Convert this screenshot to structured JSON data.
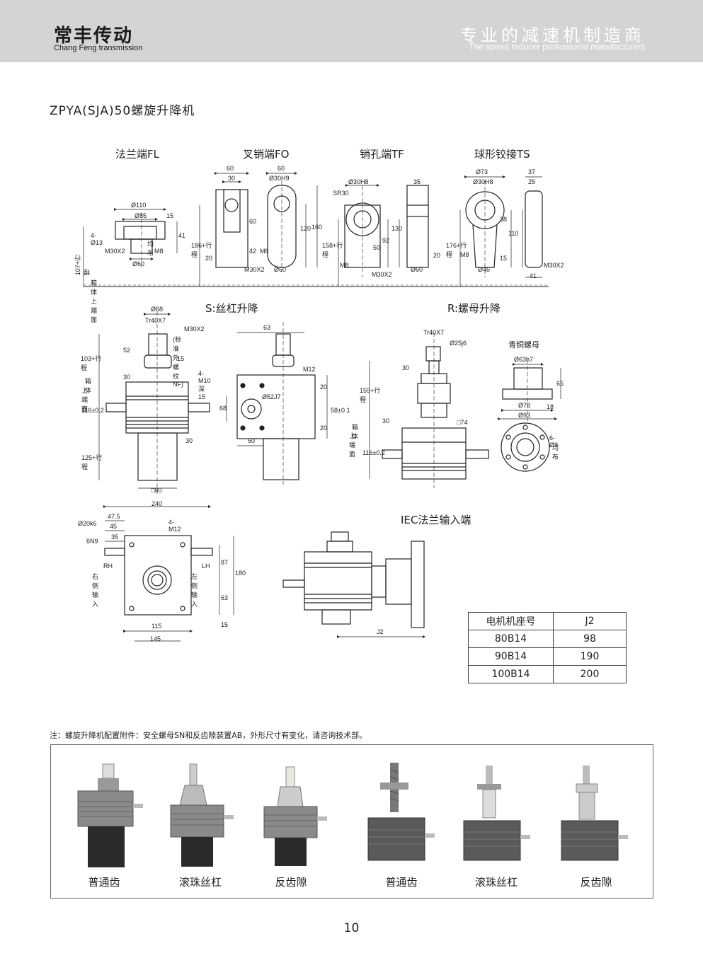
{
  "header": {
    "brand_cn": "常丰传动",
    "brand_en": "Chang Feng transmission",
    "slogan_cn": "专业的减速机制造商",
    "slogan_en": "The speed reducer professional manufacturers"
  },
  "title": "ZPYA(SJA)50螺旋升降机",
  "section_labels": {
    "fl": "法兰端FL",
    "fo": "叉销端FO",
    "tf": "销孔端TF",
    "ts": "球形铰接TS",
    "s_lift": "S:丝杠升降",
    "r_lift": "R:螺母升降",
    "iec": "IEC法兰输入端",
    "bronze_nut": "青铜螺母"
  },
  "dims": {
    "d110": "Ø110",
    "d85": "Ø85",
    "d15a": "15",
    "d41": "41",
    "d4m13": "4-Ø13",
    "junbu": "均布",
    "m30x2": "M30X2",
    "m8": "M8",
    "d60": "Ø60",
    "fl_stroke": "107+行程",
    "box_top": "箱体上端面",
    "fo60a": "60",
    "fo30": "30",
    "fo60b": "60",
    "fo_d30h9": "Ø30H9",
    "fo60c": "60",
    "fo42": "42",
    "fo120": "120",
    "fo160": "160",
    "fo_stroke": "186+行程",
    "fo20": "20",
    "fo_d60": "Ø60",
    "tf_d30h8": "Ø30H8",
    "tf_sr30": "SR30",
    "tf35": "35",
    "tf50": "50",
    "tf92": "92",
    "tf130": "130",
    "tf_stroke": "158+行程",
    "tf20": "20",
    "ts_d73": "Ø73",
    "ts_d30h8": "Ø30H8",
    "ts37": "37",
    "ts25": "25",
    "ts38": "38",
    "ts110": "110",
    "ts15": "15",
    "ts_stroke": "176+行程",
    "ts_d46": "Ø46",
    "ts41": "41",
    "s_d68": "Ø68",
    "s_tr": "Tr40X7",
    "s_m30": "M30X2",
    "s_std": "(标准外螺纹NF)",
    "s52": "52",
    "s15": "15",
    "s_stroke103": "103+行程",
    "s_box": "箱体",
    "s_top": "上端面",
    "s30": "30",
    "s116": "116±0.2",
    "s_stroke125": "125+行程",
    "s30b": "30",
    "s80": "□80",
    "s63": "63",
    "s4m10": "4-M10深15",
    "s_m12": "M12",
    "s_d52": "Ø52J7",
    "s68": "68",
    "s20a": "20",
    "s20b": "20",
    "s58": "58±0.1",
    "s50": "50",
    "r_tr": "Tr40X7",
    "r_d25": "Ø25j6",
    "r30": "30",
    "r_stroke159": "159+行程",
    "r_box": "箱体",
    "r_top": "上端面",
    "r30b": "30",
    "r74": "□74",
    "r116": "116±0.2",
    "n_d63": "Ø63h7",
    "n65": "65",
    "n_d78": "Ø78",
    "n_d93": "Ø93",
    "n18": "18",
    "n6d9": "6-Ø9",
    "n_junbu": "均布",
    "p240": "240",
    "p47": "47.5",
    "p45": "45",
    "p35": "35",
    "p_d20": "Ø20k6",
    "p6n9": "6N9",
    "p4m12": "4-M12",
    "p_rh": "RH",
    "p_rh_cn": "右侧输入",
    "p_lh": "LH",
    "p_lh_cn": "左侧输入",
    "p87": "87",
    "p180": "180",
    "p63": "63",
    "p15": "15",
    "p115": "115",
    "p145": "145",
    "iec_j2": "J2"
  },
  "table": {
    "header": [
      "电机机座号",
      "J2"
    ],
    "rows": [
      [
        "80B14",
        "98"
      ],
      [
        "90B14",
        "190"
      ],
      [
        "100B14",
        "200"
      ]
    ]
  },
  "note": "注：螺旋升降机配置附件：安全螺母SN和反齿隙装置AB，外形尺寸有变化，请咨询技术部。",
  "products": [
    "普通齿",
    "滚珠丝杠",
    "反齿隙",
    "普通齿",
    "滚珠丝杠",
    "反齿隙"
  ],
  "page_number": "10"
}
